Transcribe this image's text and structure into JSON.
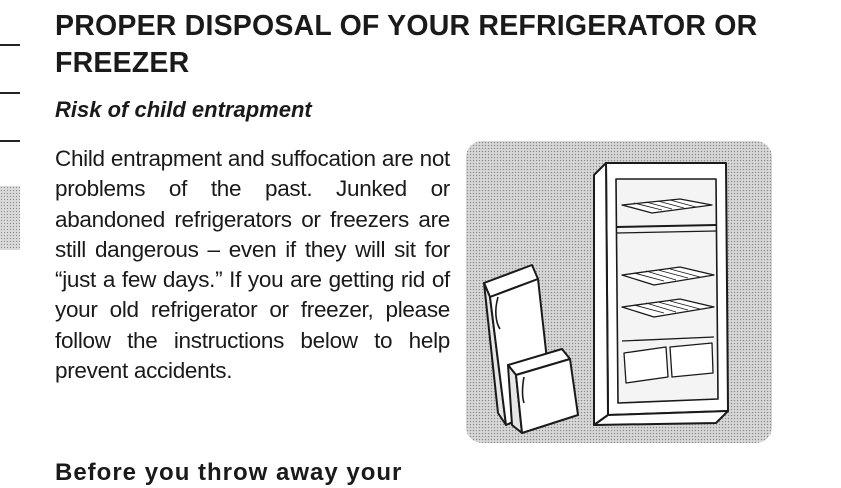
{
  "document": {
    "title": "PROPER DISPOSAL OF YOUR REFRIGERATOR OR FREEZER",
    "subtitle": "Risk of child entrapment",
    "body": "Child entrapment and suffocation are not problems of the past. Junked or abandoned refrigerators or freezers are still dangerous – even if they will sit for “just a few days.” If you are getting rid of your old refrigerator or freezer, please follow the instructions below to help prevent accidents.",
    "next_heading": "Before you throw away your"
  },
  "illustration": {
    "icon": "refrigerator-with-removed-doors-illustration",
    "colors": {
      "shade": "#d8d8d8",
      "dots": "#8e8e8e",
      "line": "#1a1a1a",
      "panel": "#ffffff"
    }
  }
}
